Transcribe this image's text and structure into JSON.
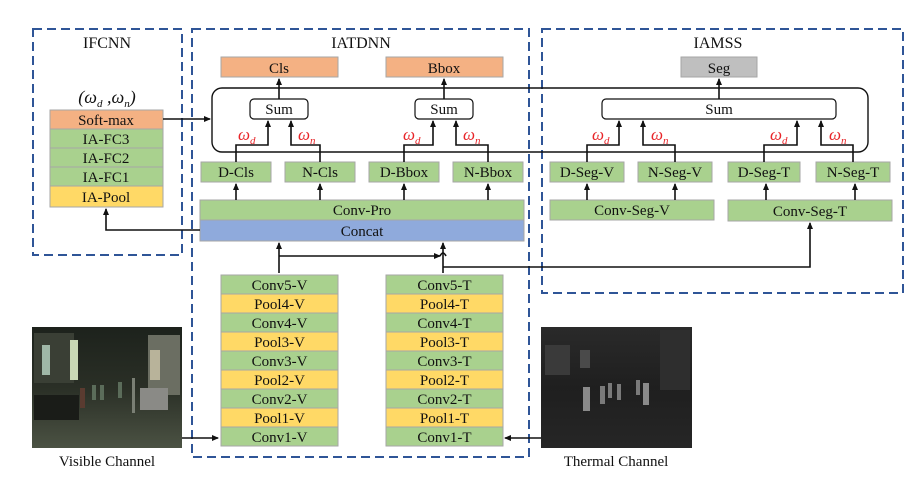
{
  "colors": {
    "orange": "#f4b183",
    "green": "#a9d18e",
    "yellow": "#ffd966",
    "blue": "#8faadc",
    "gray": "#bfbfbf",
    "dashed_border": "#2f5597",
    "omega_red": "#e8262a"
  },
  "modules": {
    "ifcnn": {
      "title": "IFCNN",
      "weights_label": "(ω_d ,ω_n)",
      "weights": {
        "open": "(",
        "w1": "ω",
        "w1_sub": "d",
        "sep": " ,",
        "w2": "ω",
        "w2_sub": "n",
        "close": ")"
      },
      "layers": [
        "Soft-max",
        "IA-FC3",
        "IA-FC2",
        "IA-FC1",
        "IA-Pool"
      ]
    },
    "iatdnn": {
      "title": "IATDNN",
      "outputs": [
        "Cls",
        "Bbox"
      ],
      "sum_label": "Sum",
      "branches": [
        "D-Cls",
        "N-Cls",
        "D-Bbox",
        "N-Bbox"
      ],
      "conv_pro": "Conv-Pro",
      "concat": "Concat",
      "visible_stream": [
        "Conv5-V",
        "Pool4-V",
        "Conv4-V",
        "Pool3-V",
        "Conv3-V",
        "Pool2-V",
        "Conv2-V",
        "Pool1-V",
        "Conv1-V"
      ],
      "thermal_stream": [
        "Conv5-T",
        "Pool4-T",
        "Conv4-T",
        "Pool3-T",
        "Conv3-T",
        "Pool2-T",
        "Conv2-T",
        "Pool1-T",
        "Conv1-T"
      ]
    },
    "iamss": {
      "title": "IAMSS",
      "output": "Seg",
      "sum_label": "Sum",
      "branches": [
        "D-Seg-V",
        "N-Seg-V",
        "D-Seg-T",
        "N-Seg-T"
      ],
      "conv_seg": [
        "Conv-Seg-V",
        "Conv-Seg-T"
      ]
    }
  },
  "weights": {
    "omega": "ω",
    "d": "d",
    "n": "n"
  },
  "inputs": {
    "visible_caption": "Visible Channel",
    "thermal_caption": "Thermal Channel"
  }
}
